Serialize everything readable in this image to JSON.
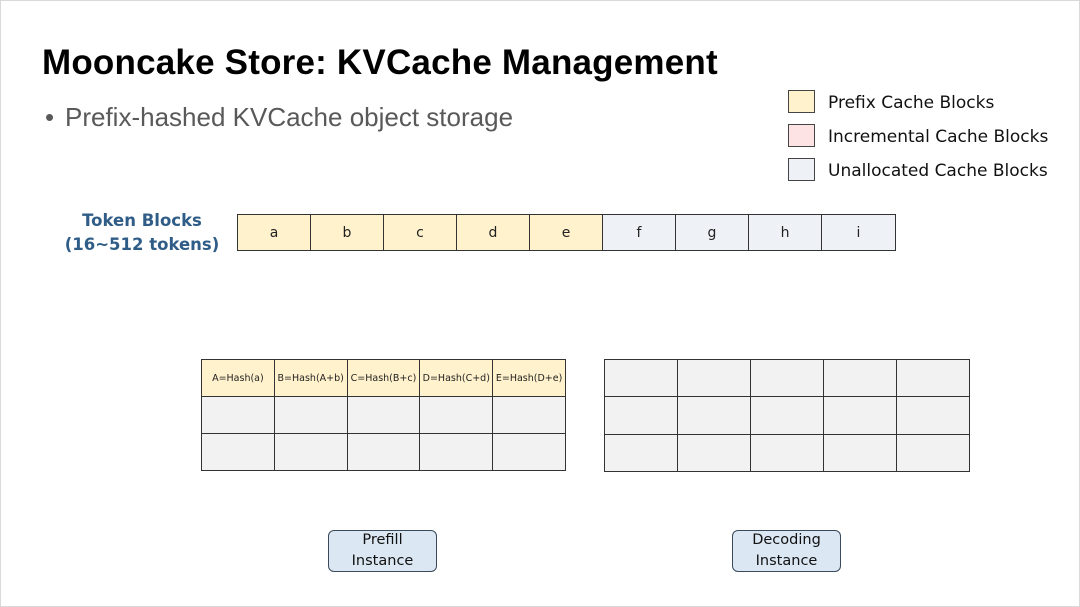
{
  "title": "Mooncake Store: KVCache Management",
  "bullet": "Prefix-hashed KVCache object storage",
  "colors": {
    "prefix": "#fff2cc",
    "incremental": "#fde3e3",
    "unallocated": "#eef1f6",
    "empty_cell": "#f2f2f2",
    "instance_box": "#dbe7f3",
    "token_label": "#2f5d87"
  },
  "legend": [
    {
      "label": "Prefix Cache Blocks",
      "color": "#fff2cc"
    },
    {
      "label": "Incremental Cache Blocks",
      "color": "#fde3e3"
    },
    {
      "label": "Unallocated Cache Blocks",
      "color": "#eef1f6"
    }
  ],
  "token_blocks": {
    "label_line1": "Token Blocks",
    "label_line2": "(16~512 tokens)",
    "cells": [
      {
        "text": "a",
        "state": "prefix"
      },
      {
        "text": "b",
        "state": "prefix"
      },
      {
        "text": "c",
        "state": "prefix"
      },
      {
        "text": "d",
        "state": "prefix"
      },
      {
        "text": "e",
        "state": "prefix"
      },
      {
        "text": "f",
        "state": "unallocated"
      },
      {
        "text": "g",
        "state": "unallocated"
      },
      {
        "text": "h",
        "state": "unallocated"
      },
      {
        "text": "i",
        "state": "unallocated"
      }
    ]
  },
  "prefill_cache": {
    "rows": [
      [
        "A=Hash(a)",
        "B=Hash(A+b)",
        "C=Hash(B+c)",
        "D=Hash(C+d)",
        "E=Hash(D+e)"
      ],
      [
        "",
        "",
        "",
        "",
        ""
      ],
      [
        "",
        "",
        "",
        "",
        ""
      ]
    ]
  },
  "decode_cache": {
    "rows": [
      [
        "",
        "",
        "",
        "",
        ""
      ],
      [
        "",
        "",
        "",
        "",
        ""
      ],
      [
        "",
        "",
        "",
        "",
        ""
      ]
    ]
  },
  "prefill_instance": "Prefill\nInstance",
  "decoding_instance": "Decoding\nInstance"
}
